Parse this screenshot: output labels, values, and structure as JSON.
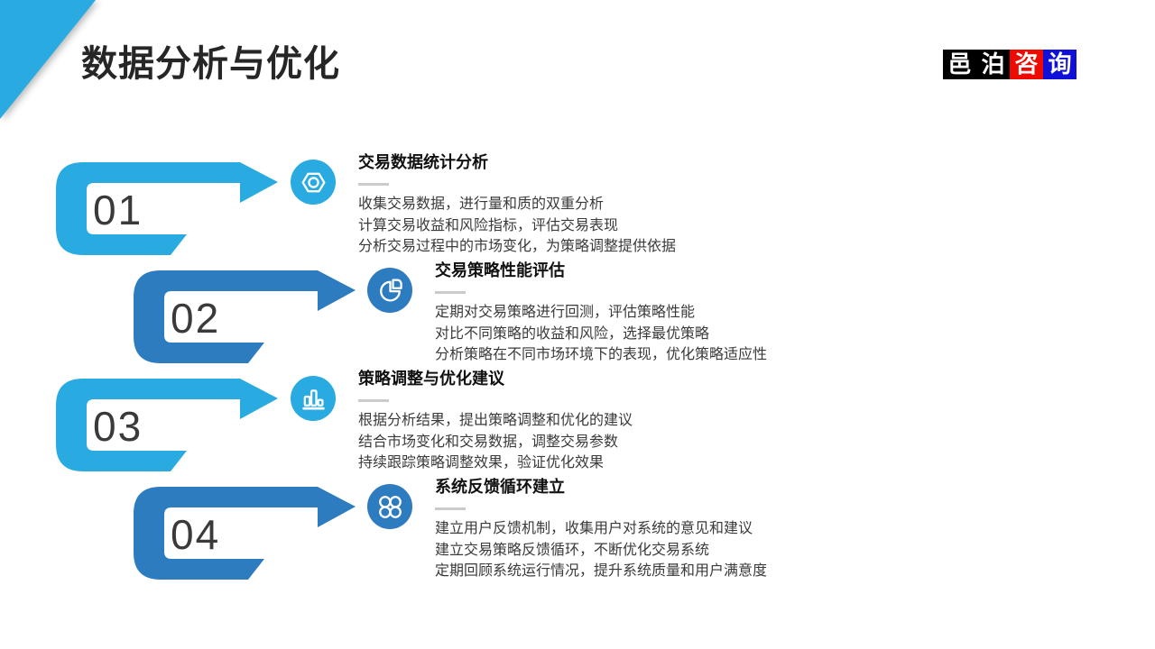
{
  "slide": {
    "title": "数据分析与优化"
  },
  "logo": {
    "chars": [
      {
        "text": "邑",
        "bg": "#000000"
      },
      {
        "text": "泊",
        "bg": "#000000"
      },
      {
        "text": "咨",
        "bg": "#ee0a00"
      },
      {
        "text": "询",
        "bg": "#1010d8"
      }
    ]
  },
  "colors": {
    "light": "#29ABE2",
    "dark": "#2E7CC0",
    "corner_accent": "#29ABE2",
    "number_text": "#3a3a3a",
    "divider": "#cbcbcb"
  },
  "steps": [
    {
      "number": "01",
      "theme": "light",
      "icon": "nut-icon",
      "heading": "交易数据统计分析",
      "lines": [
        "收集交易数据，进行量和质的双重分析",
        "计算交易收益和风险指标，评估交易表现",
        "分析交易过程中的市场变化，为策略调整提供依据"
      ]
    },
    {
      "number": "02",
      "theme": "dark",
      "icon": "pie-chart-icon",
      "heading": "交易策略性能评估",
      "lines": [
        "定期对交易策略进行回测，评估策略性能",
        "对比不同策略的收益和风险，选择最优策略",
        "分析策略在不同市场环境下的表现，优化策略适应性"
      ]
    },
    {
      "number": "03",
      "theme": "light",
      "icon": "bar-chart-icon",
      "heading": "策略调整与优化建议",
      "lines": [
        "根据分析结果，提出策略调整和优化的建议",
        "结合市场变化和交易数据，调整交易参数",
        "持续跟踪策略调整效果，验证优化效果"
      ]
    },
    {
      "number": "04",
      "theme": "dark",
      "icon": "clover-icon",
      "heading": "系统反馈循环建立",
      "lines": [
        "建立用户反馈机制，收集用户对系统的意见和建议",
        "建立交易策略反馈循环，不断优化交易系统",
        "定期回顾系统运行情况，提升系统质量和用户满意度"
      ]
    }
  ]
}
